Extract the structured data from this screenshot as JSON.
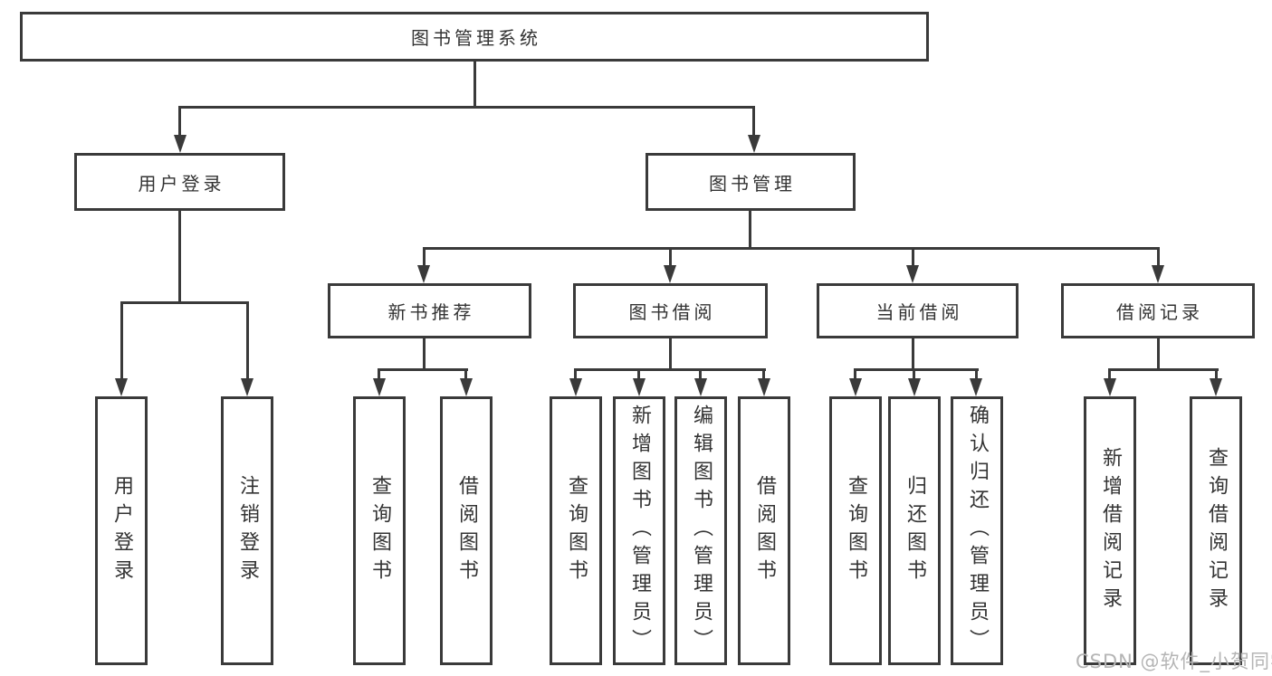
{
  "tree": {
    "root": "图书管理系统",
    "children": [
      {
        "label": "用户登录",
        "children": [
          {
            "label": "用户登录"
          },
          {
            "label": "注销登录"
          }
        ]
      },
      {
        "label": "图书管理",
        "children": [
          {
            "label": "新书推荐",
            "children": [
              {
                "label": "查询图书"
              },
              {
                "label": "借阅图书"
              }
            ]
          },
          {
            "label": "图书借阅",
            "children": [
              {
                "label": "查询图书"
              },
              {
                "label": "新增图书（管理员）"
              },
              {
                "label": "编辑图书（管理员）"
              },
              {
                "label": "借阅图书"
              }
            ]
          },
          {
            "label": "当前借阅",
            "children": [
              {
                "label": "查询图书"
              },
              {
                "label": "归还图书"
              },
              {
                "label": "确认归还（管理员）"
              }
            ]
          },
          {
            "label": "借阅记录",
            "children": [
              {
                "label": "新增借阅记录"
              },
              {
                "label": "查询借阅记录"
              }
            ]
          }
        ]
      }
    ]
  },
  "watermark": {
    "text": "CSDN @软件_小贺同学"
  },
  "colors": {
    "line": "#3a3a3a",
    "text": "#333333",
    "watermark": "#b5b5b5",
    "background": "#ffffff"
  }
}
